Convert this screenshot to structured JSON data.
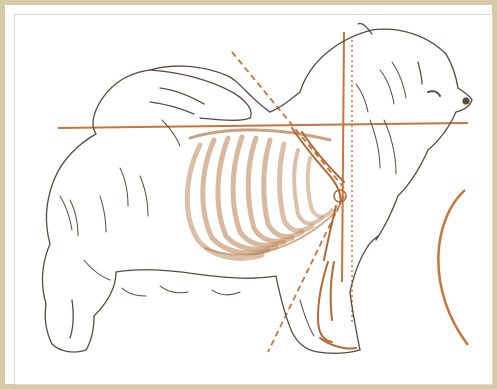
{
  "figure": {
    "subject": "dog-anatomy-sketch",
    "colors": {
      "frame": "#d8c9a9",
      "outline": "#5a4a40",
      "construction": "#c8743a",
      "ribcage": "#b8865a",
      "background": "#ffffff"
    },
    "icon_names": [
      "dog-outline",
      "ribcage",
      "shoulder-angle-guide",
      "withers-line",
      "vertical-guide",
      "chest-arc"
    ]
  }
}
